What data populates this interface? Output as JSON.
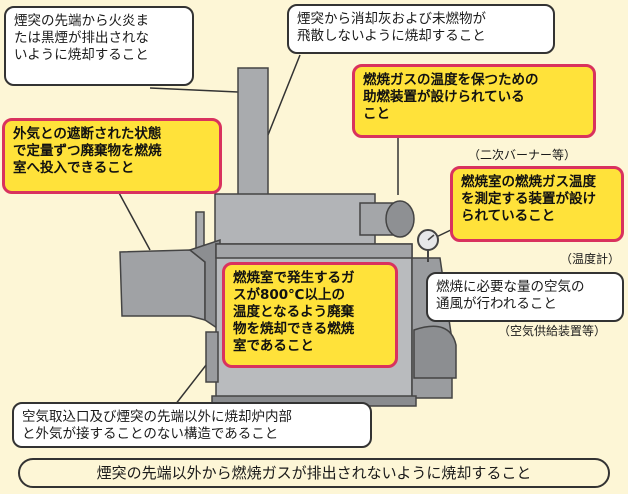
{
  "callouts": {
    "chimney_tip": "煙突の先端から火炎ま\nたは黒煙が排出されな\nいように焼却すること",
    "ash_scatter": "煙突から消却灰および未燃物が\n飛散しないように焼却すること",
    "aux_burner": "燃焼ガスの温度を保つための\n助燃装置が設けられている\nこと",
    "aux_burner_note": "（二次バーナー等）",
    "feed": "外気との遮断された状態\nで定量ずつ廃棄物を燃焼\n室へ投入できること",
    "temp_measure": "燃焼室の燃焼ガス温度\nを測定する装置が設け\nられていること",
    "temp_note": "（温度計）",
    "combustion_800": "燃焼室で発生するガ\nスが800℃以上の\n温度となるよう廃棄\n物を焼却できる燃焼\n室であること",
    "air_supply": "燃焼に必要な量の空気の\n通風が行われること",
    "air_supply_note": "（空気供給装置等）",
    "air_inlet": "空気取込口及び煙突の先端以外に焼却炉内部\nと外気が接することのない構造であること",
    "bottom_rule": "煙突の先端以外から燃焼ガスが排出されないように焼却すること"
  },
  "colors": {
    "background": "#fdf6d6",
    "highlight_fill": "#ffe23a",
    "highlight_border": "#d9325e",
    "machine": "#a9abae",
    "machine_dark": "#7d7f82"
  }
}
